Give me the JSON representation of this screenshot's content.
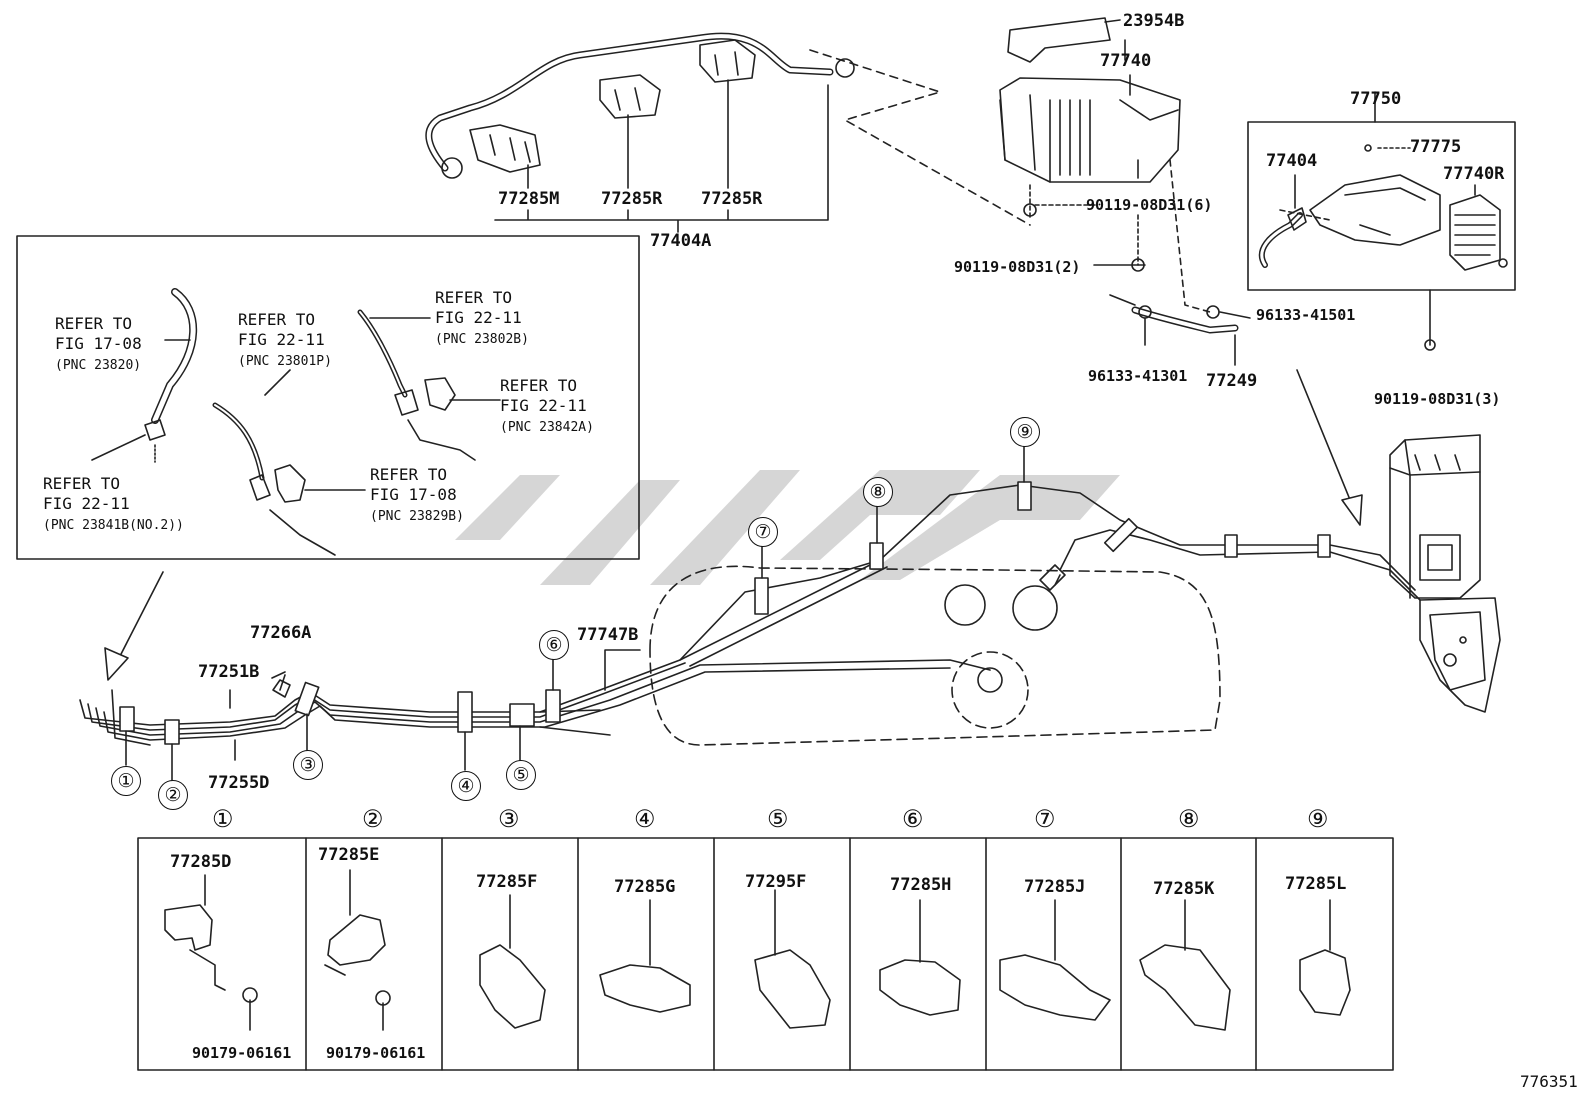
{
  "parts": {
    "p23954B": "23954B",
    "p77740": "77740",
    "p77750": "77750",
    "p77404": "77404",
    "p77775": "77775",
    "p77740R": "77740R",
    "p90119_6": "90119-08D31(6)",
    "p90119_2": "90119-08D31(2)",
    "p90119_3": "90119-08D31(3)",
    "p96133_41501": "96133-41501",
    "p96133_41301": "96133-41301",
    "p77249": "77249",
    "p77285M": "77285M",
    "p77285R_a": "77285R",
    "p77285R_b": "77285R",
    "p77404A": "77404A",
    "p77266A": "77266A",
    "p77251B": "77251B",
    "p77255D": "77255D",
    "p77747B": "77747B"
  },
  "refer_notes": [
    {
      "line1": "REFER TO",
      "line2": "FIG 17-08",
      "line3": "(PNC 23820)"
    },
    {
      "line1": "REFER TO",
      "line2": "FIG 22-11",
      "line3": "(PNC 23801P)"
    },
    {
      "line1": "REFER TO",
      "line2": "FIG 22-11",
      "line3": "(PNC 23802B)"
    },
    {
      "line1": "REFER TO",
      "line2": "FIG 22-11",
      "line3": "(PNC 23842A)"
    },
    {
      "line1": "REFER TO",
      "line2": "FIG 17-08",
      "line3": "(PNC 23829B)"
    },
    {
      "line1": "REFER TO",
      "line2": "FIG 22-11",
      "line3": "(PNC 23841B(NO.2))"
    }
  ],
  "callouts": [
    "①",
    "②",
    "③",
    "④",
    "⑤",
    "⑥",
    "⑦",
    "⑧",
    "⑨"
  ],
  "table": {
    "headers": [
      "①",
      "②",
      "③",
      "④",
      "⑤",
      "⑥",
      "⑦",
      "⑧",
      "⑨"
    ],
    "cells": [
      {
        "part": "77285D",
        "extra": "90179-06161"
      },
      {
        "part": "77285E",
        "extra": "90179-06161"
      },
      {
        "part": "77285F",
        "extra": ""
      },
      {
        "part": "77285G",
        "extra": ""
      },
      {
        "part": "77295F",
        "extra": ""
      },
      {
        "part": "77285H",
        "extra": ""
      },
      {
        "part": "77285J",
        "extra": ""
      },
      {
        "part": "77285K",
        "extra": ""
      },
      {
        "part": "77285L",
        "extra": ""
      }
    ]
  },
  "figure_number": "776351"
}
